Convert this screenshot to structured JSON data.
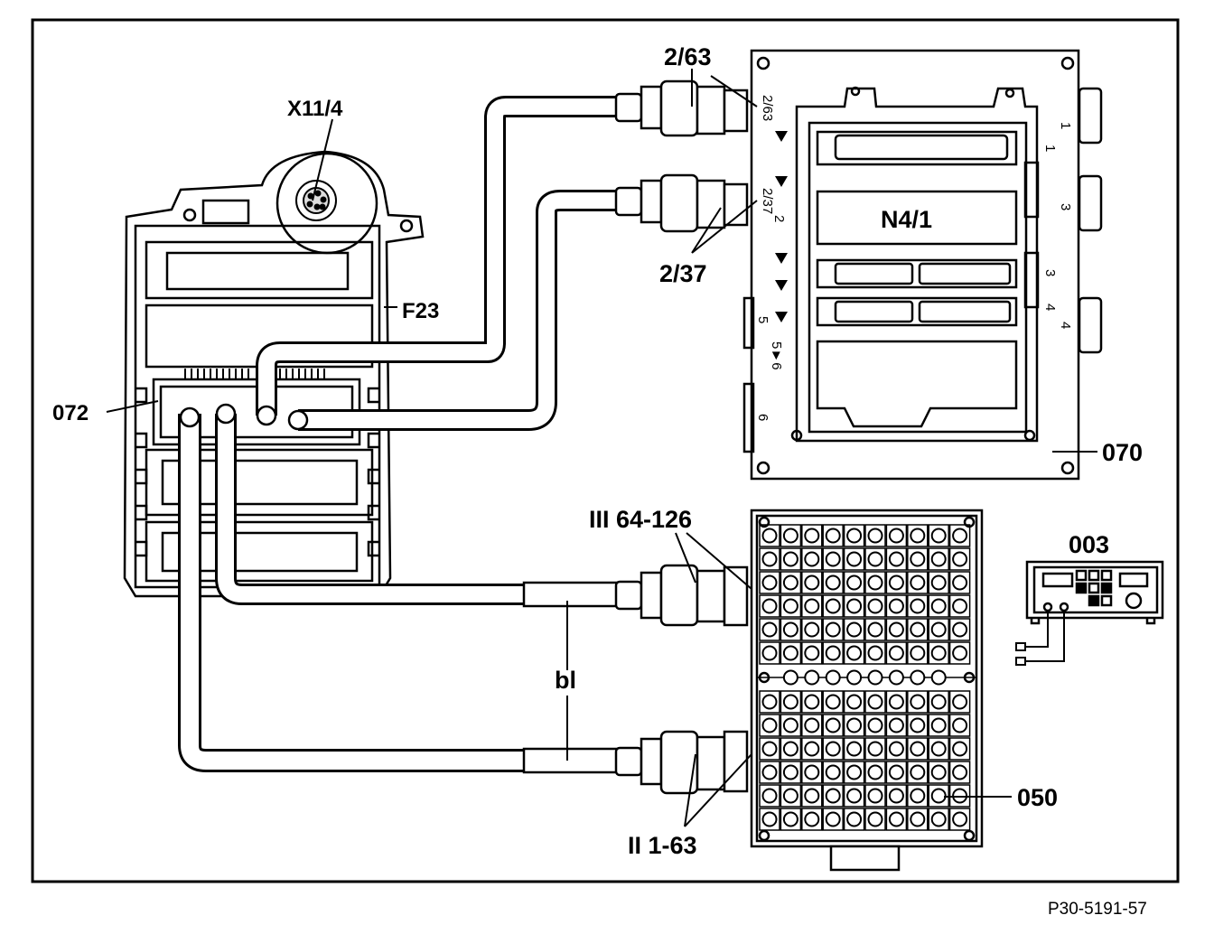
{
  "labels": {
    "x11_4": "X11/4",
    "f23": "F23",
    "n072": "072",
    "c2_63": "2/63",
    "c2_37": "2/37",
    "n4_1": "N4/1",
    "n070": "070",
    "iii": "III 64-126",
    "ii": "II 1-63",
    "n003": "003",
    "bl": "bl",
    "n050": "050"
  },
  "slot_labels": {
    "s1a": "1",
    "s1b": "1",
    "s2_63": "2/63",
    "s2": "2",
    "s2_37": "2/37",
    "s3a": "3",
    "s3b": "3",
    "s4a": "4",
    "s4b": "4",
    "s5": "5",
    "s5_6": "5►6",
    "s6": "6"
  },
  "figure_ref": "P30-5191-57"
}
